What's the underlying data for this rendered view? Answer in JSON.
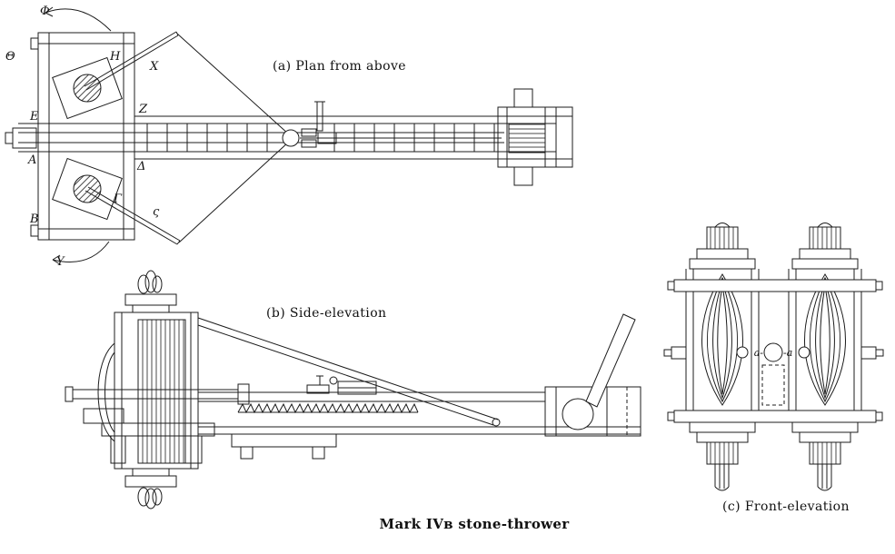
{
  "figure": {
    "title": "Mark IVʙ stone-thrower",
    "views": {
      "plan": {
        "caption": "(a) Plan from above"
      },
      "side": {
        "caption": "(b) Side-elevation"
      },
      "front": {
        "caption": "(c) Front-elevation"
      }
    },
    "plan_labels": {
      "phi": "Φ",
      "theta": "Θ",
      "eta": "H",
      "chi": "X",
      "epsilon": "E",
      "zeta": "Z",
      "alpha": "A",
      "delta": "Δ",
      "beta": "B",
      "gamma": "Γ",
      "stigma": "ς",
      "upsilon": "Y"
    },
    "front_labels": {
      "a_left": "a-",
      "a_right": "-a"
    },
    "ink_color": "#1c1c1c"
  }
}
